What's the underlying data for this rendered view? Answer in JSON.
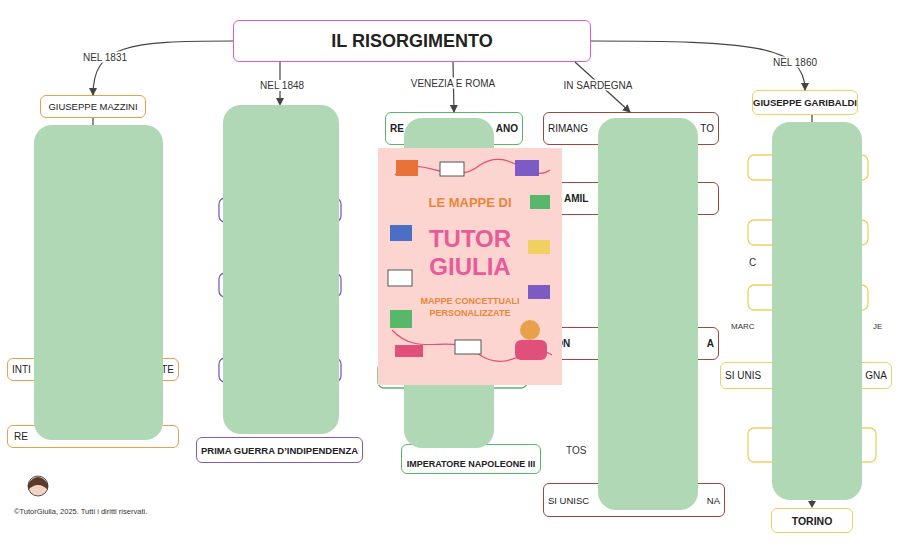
{
  "diagram": {
    "nodes": [
      {
        "text": [
          "IL RISORGIMENTO"
        ]
      },
      {
        "text": [
          "GIUSEPPE MAZZINI"
        ]
      },
      {
        "text": [
          "INTI",
          "TE"
        ]
      },
      {
        "text": [
          "RE"
        ]
      },
      {
        "text": [
          "PRIMA GUERRA D’INDIPENDENZA"
        ]
      },
      {
        "text": [
          "RE",
          "ANO"
        ]
      },
      {
        "text": [
          "IMPERATORE NAPOLEONE III"
        ]
      },
      {
        "text": [
          "RIMANG",
          "TO"
        ]
      },
      {
        "text": [
          "AMIL"
        ]
      },
      {
        "text": [
          "CON",
          "A"
        ]
      },
      {
        "text": [
          "SI UNISC",
          "NA"
        ]
      },
      {
        "text": [
          "GIUSEPPE GARIBALDI"
        ]
      },
      {
        "text": [
          "SI UNIS",
          "GNA"
        ]
      },
      {
        "text": [
          "TORINO"
        ]
      }
    ],
    "edges": [
      {
        "from": 0,
        "to": 1,
        "arrow": "to",
        "label": "NEL 1831"
      },
      {
        "from": 0,
        "to": 5,
        "arrow": "to",
        "label": "VENEZIA E ROMA"
      },
      {
        "from": 0,
        "to": 7,
        "arrow": "to",
        "label": "IN SARDEGNA"
      },
      {
        "from": 0,
        "to": 11,
        "arrow": "to",
        "label": "NEL 1860"
      }
    ],
    "labels": [
      "NEL 1848",
      "TOS",
      "C",
      "MARC",
      "JE",
      "LE MAPPE DI",
      "TUTOR GIULIA",
      "MAPPE CONCETTUALI PERSONALIZZATE",
      "©TutorGiulia, 2025. Tutti i diritti riservati."
    ]
  }
}
